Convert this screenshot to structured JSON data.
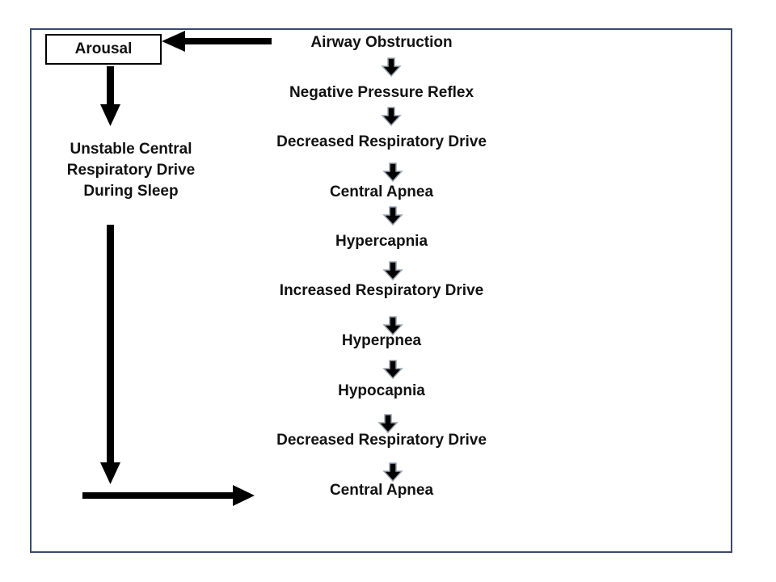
{
  "diagram": {
    "arousal_label": "Arousal",
    "side_label_lines": [
      "Unstable Central",
      "Respiratory Drive",
      "During Sleep"
    ],
    "chain": [
      {
        "text": "Airway Obstruction"
      },
      {
        "text": "Negative Pressure Reflex"
      },
      {
        "text": "Decreased Respiratory Drive"
      },
      {
        "text": "Central Apnea"
      },
      {
        "text": "Hypercapnia"
      },
      {
        "text": "Increased Respiratory Drive"
      },
      {
        "text": "Hyperpnea"
      },
      {
        "text": "Hypocapnia"
      },
      {
        "text": "Decreased Respiratory Drive"
      },
      {
        "text": "Central Apnea"
      }
    ],
    "colors": {
      "border": "#3b4a6b",
      "arrow": "#000000",
      "small_arrow_outline": "#9aa4ad"
    }
  }
}
